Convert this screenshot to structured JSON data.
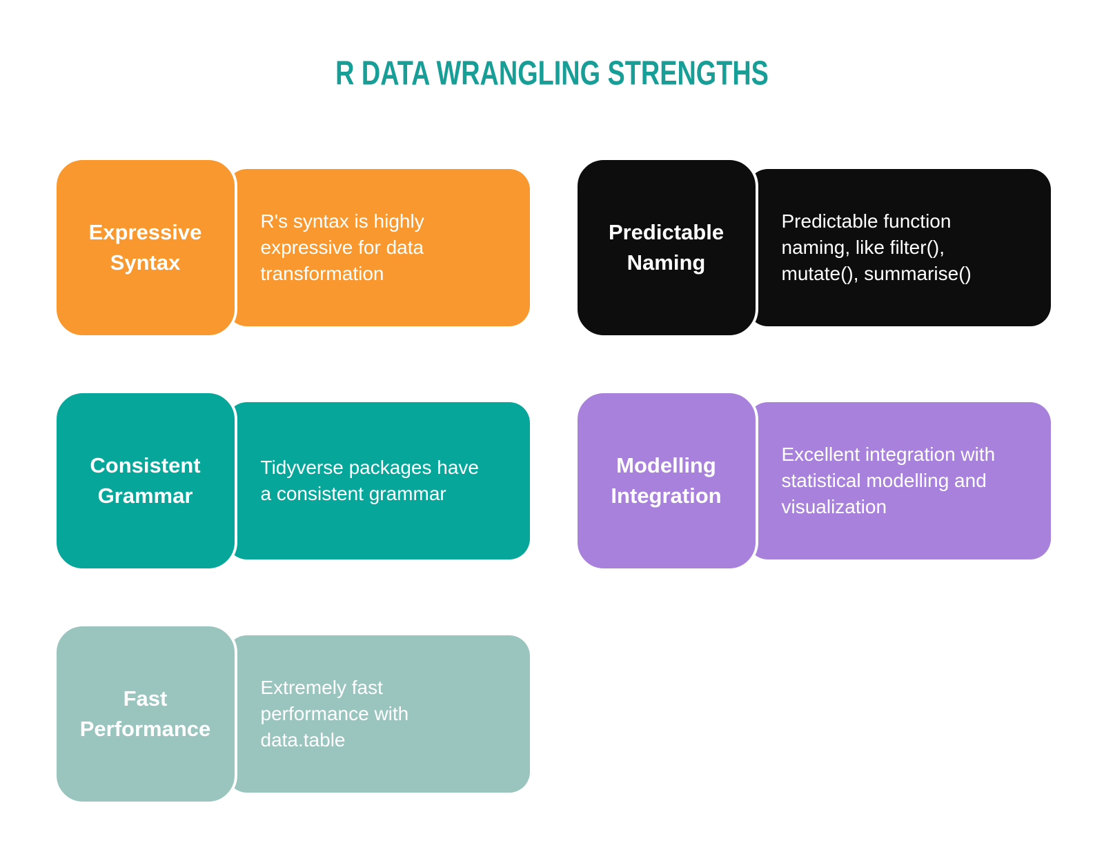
{
  "title": "R DATA WRANGLING STRENGTHS",
  "colors": {
    "title": "#179e96",
    "card_text": "#ffffff",
    "background": "#ffffff"
  },
  "cards": [
    {
      "id": "expressive-syntax",
      "label": "Expressive\nSyntax",
      "description": "R's syntax is highly\nexpressive for data\ntransformation",
      "color": "#f8982f"
    },
    {
      "id": "predictable-naming",
      "label": "Predictable\nNaming",
      "description": "Predictable function\nnaming, like filter(),\nmutate(), summarise()",
      "color": "#0d0d0d"
    },
    {
      "id": "consistent-grammar",
      "label": "Consistent\nGrammar",
      "description": "Tidyverse packages have\na consistent grammar",
      "color": "#06a79a"
    },
    {
      "id": "modelling-integration",
      "label": "Modelling\nIntegration",
      "description": "Excellent integration with\nstatistical modelling and\nvisualization",
      "color": "#a881dc"
    },
    {
      "id": "fast-performance",
      "label": "Fast\nPerformance",
      "description": "Extremely fast\nperformance with\ndata.table",
      "color": "#9ac4be"
    }
  ]
}
